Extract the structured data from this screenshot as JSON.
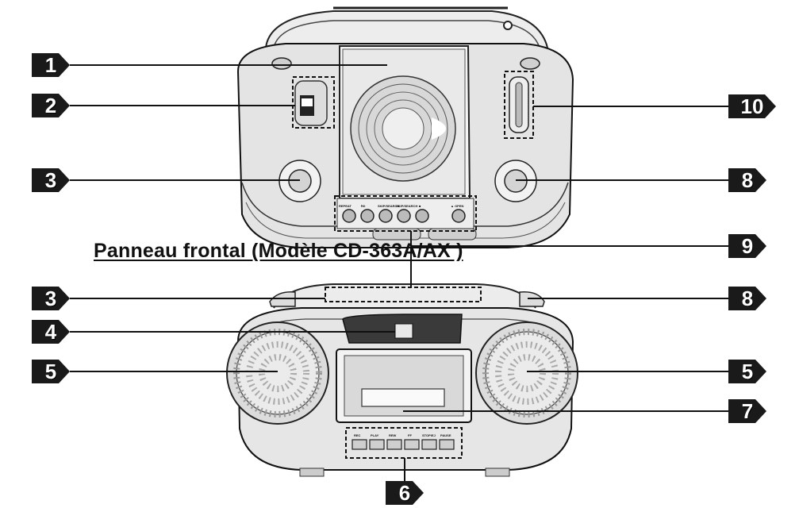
{
  "title": "Panneau frontal (Modèle CD-363A/AX )",
  "callouts": {
    "c1": "1",
    "c2": "2",
    "c3a": "3",
    "c10": "10",
    "c8a": "8",
    "c9": "9",
    "c3b": "3",
    "c8b": "8",
    "c4": "4",
    "c5a": "5",
    "c5b": "5",
    "c7": "7",
    "c6": "6"
  },
  "top_buttons": [
    "REPEAT",
    "⏵/II",
    "SKIP/SEARCH",
    "SKIP/SEARCH",
    "■",
    "▲ OPEN"
  ],
  "deck_buttons": [
    "REC",
    "PLAY",
    "REW",
    "FF",
    "STOP/EJ",
    "PAUSE"
  ]
}
